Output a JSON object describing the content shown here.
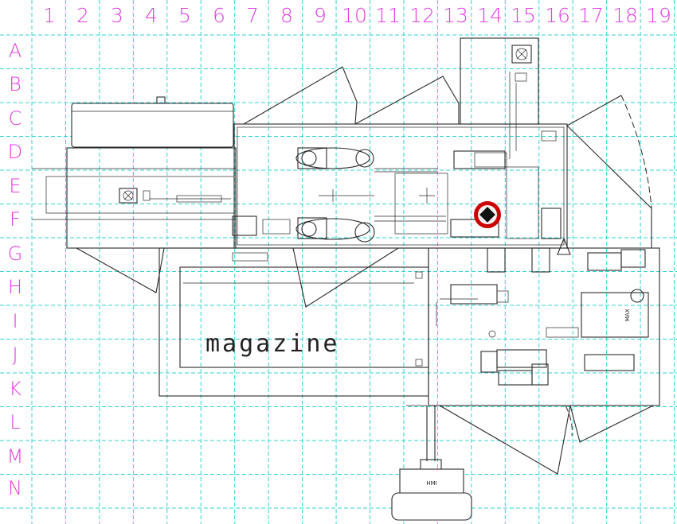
{
  "grid": {
    "columns": [
      "1",
      "2",
      "3",
      "4",
      "5",
      "6",
      "7",
      "8",
      "9",
      "10",
      "11",
      "12",
      "13",
      "14",
      "15",
      "16",
      "17",
      "18",
      "19"
    ],
    "rows": [
      "A",
      "B",
      "C",
      "D",
      "E",
      "F",
      "G",
      "H",
      "I",
      "J",
      "K",
      "L",
      "M",
      "N"
    ],
    "line_color": "#33d3d3",
    "label_color": "#e040e0"
  },
  "drawing": {
    "magazine_label": "magazine",
    "hmi_label": "HMI",
    "side_label": "MAX",
    "marker_color": "#cc0000"
  }
}
